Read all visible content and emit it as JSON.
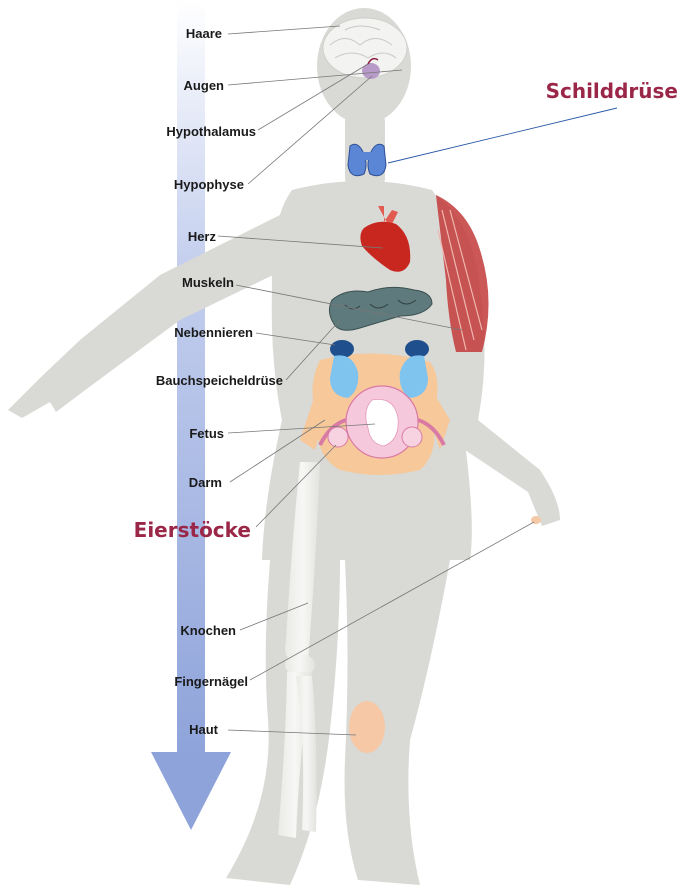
{
  "labels": {
    "haare": "Haare",
    "augen": "Augen",
    "hypothalamus": "Hypothalamus",
    "hypophyse": "Hypophyse",
    "herz": "Herz",
    "muskeln": "Muskeln",
    "nebennieren": "Nebennieren",
    "bauchspeicheldruese": "Bauchspeicheldrüse",
    "fetus": "Fetus",
    "darm": "Darm",
    "eierstoecke": "Eierstöcke",
    "schilddruese": "Schilddrüse",
    "knochen": "Knochen",
    "fingernaegel": "Fingernägel",
    "haut": "Haut"
  },
  "colors": {
    "highlight_label": "#9b2748",
    "thyroid_leader": "#2a5aa8",
    "body_silhouette": "#d9d9d6",
    "arrow": "#9aaedc"
  }
}
